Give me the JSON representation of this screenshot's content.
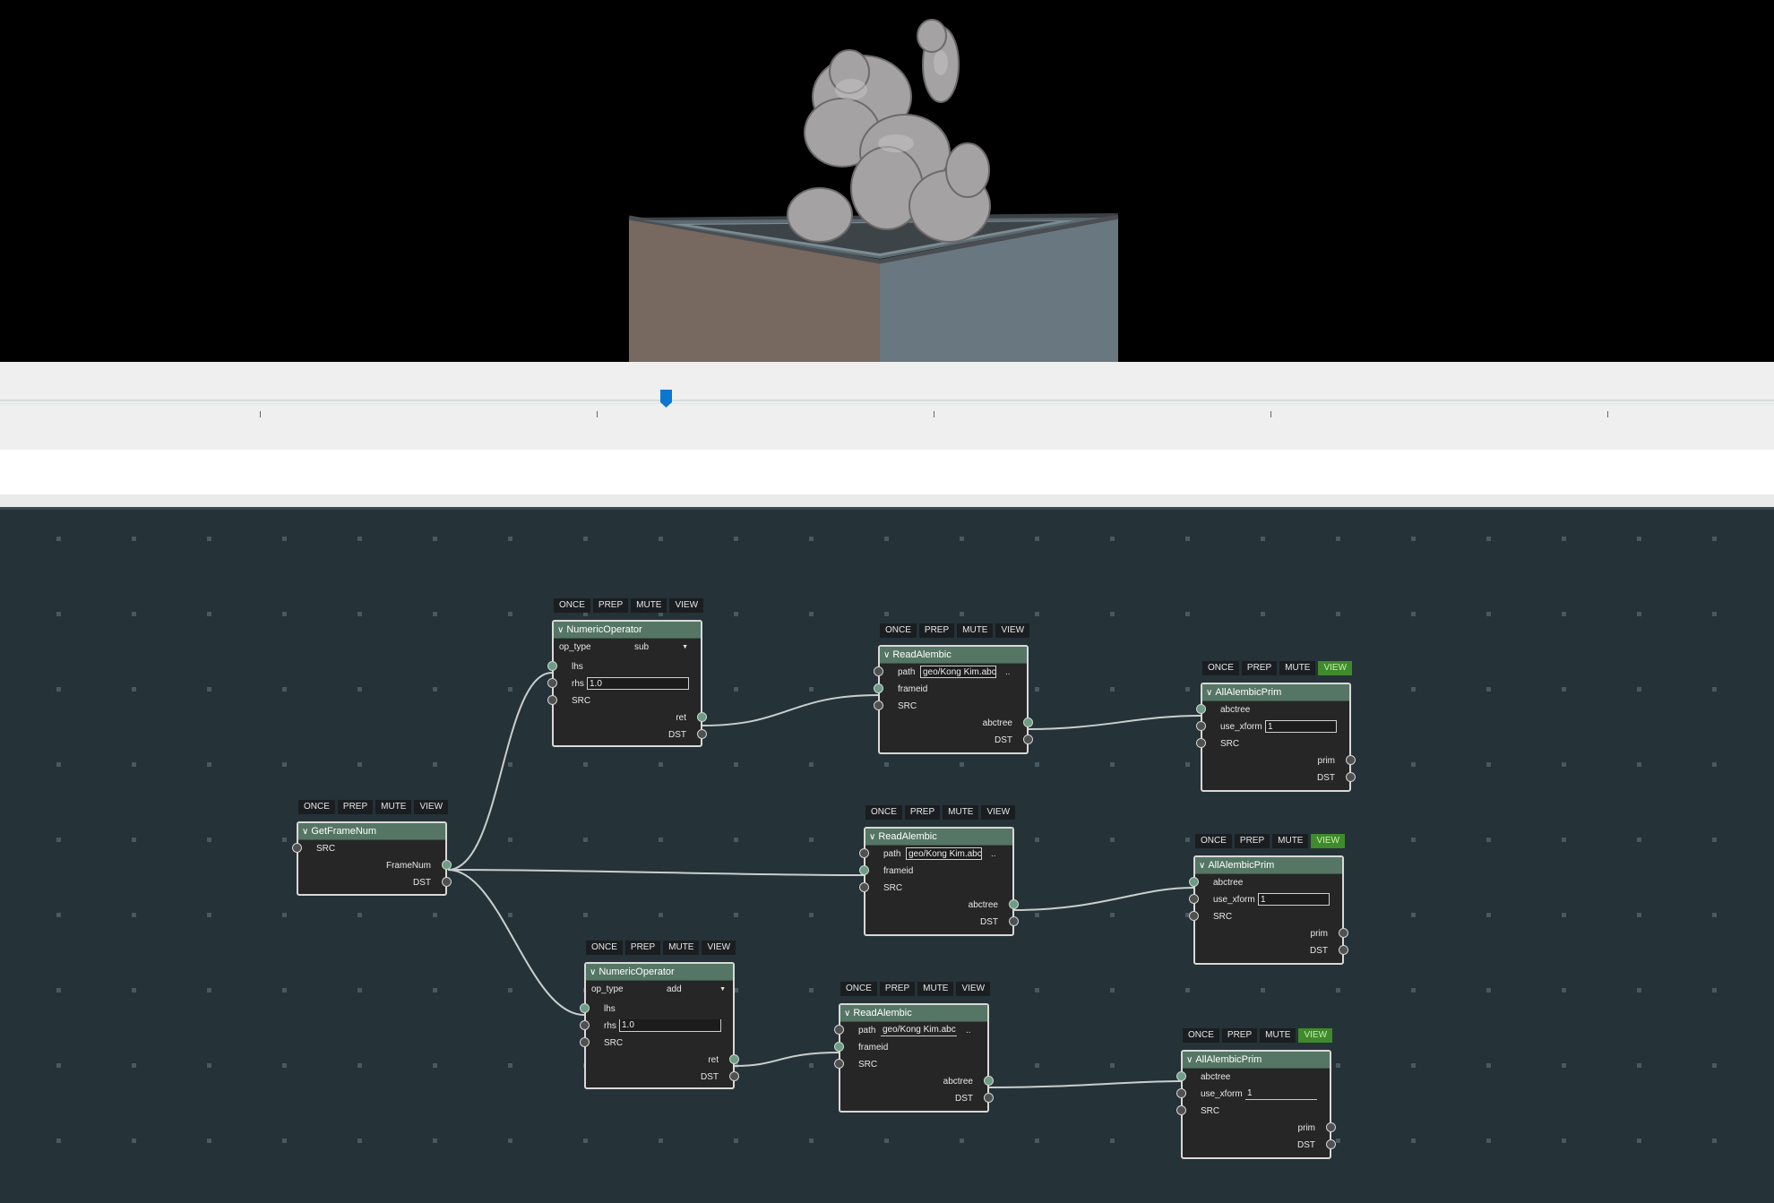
{
  "viewport": {
    "background": "#000000",
    "description_icon": "3d-mesh-preview"
  },
  "timeline": {
    "thumb_color": "#0a78d0",
    "ticks": 5
  },
  "toolbar_labels": {
    "once": "ONCE",
    "prep": "PREP",
    "mute": "MUTE",
    "view": "VIEW"
  },
  "colors": {
    "graph_bg": "#253238",
    "node_header": "#557664",
    "view_active": "#3f8a2c",
    "socket_linked": "#6d9c84"
  },
  "nodes": {
    "getframe": {
      "title": "GetFrameNum",
      "inputs": [
        "SRC"
      ],
      "outputs": [
        "FrameNum",
        "DST"
      ],
      "view_active": false
    },
    "numop1": {
      "title": "NumericOperator",
      "op_type_label": "op_type",
      "op_type_value": "sub",
      "inputs": [
        "lhs",
        "rhs",
        "SRC"
      ],
      "rhs_value": "1.0",
      "outputs": [
        "ret",
        "DST"
      ],
      "view_active": false
    },
    "numop2": {
      "title": "NumericOperator",
      "op_type_label": "op_type",
      "op_type_value": "add",
      "inputs": [
        "lhs",
        "rhs",
        "SRC"
      ],
      "rhs_value": "1.0",
      "outputs": [
        "ret",
        "DST"
      ],
      "view_active": false
    },
    "read1": {
      "title": "ReadAlembic",
      "inputs": [
        "path",
        "frameid",
        "SRC"
      ],
      "path_value": "geo/Kong Kim.abc",
      "browse": "..",
      "outputs": [
        "abctree",
        "DST"
      ],
      "view_active": false
    },
    "read2": {
      "title": "ReadAlembic",
      "inputs": [
        "path",
        "frameid",
        "SRC"
      ],
      "path_value": "geo/Kong Kim.abc",
      "browse": "..",
      "outputs": [
        "abctree",
        "DST"
      ],
      "view_active": false
    },
    "read3": {
      "title": "ReadAlembic",
      "inputs": [
        "path",
        "frameid",
        "SRC"
      ],
      "path_value": "geo/Kong Kim.abc",
      "browse": "..",
      "outputs": [
        "abctree",
        "DST"
      ],
      "view_active": false
    },
    "prim1": {
      "title": "AllAlembicPrim",
      "inputs": [
        "abctree",
        "use_xform",
        "SRC"
      ],
      "use_xform_value": "1",
      "outputs": [
        "prim",
        "DST"
      ],
      "view_active": true
    },
    "prim2": {
      "title": "AllAlembicPrim",
      "inputs": [
        "abctree",
        "use_xform",
        "SRC"
      ],
      "use_xform_value": "1",
      "outputs": [
        "prim",
        "DST"
      ],
      "view_active": true
    },
    "prim3": {
      "title": "AllAlembicPrim",
      "inputs": [
        "abctree",
        "use_xform",
        "SRC"
      ],
      "use_xform_value": "1",
      "outputs": [
        "prim",
        "DST"
      ],
      "view_active": true
    }
  }
}
